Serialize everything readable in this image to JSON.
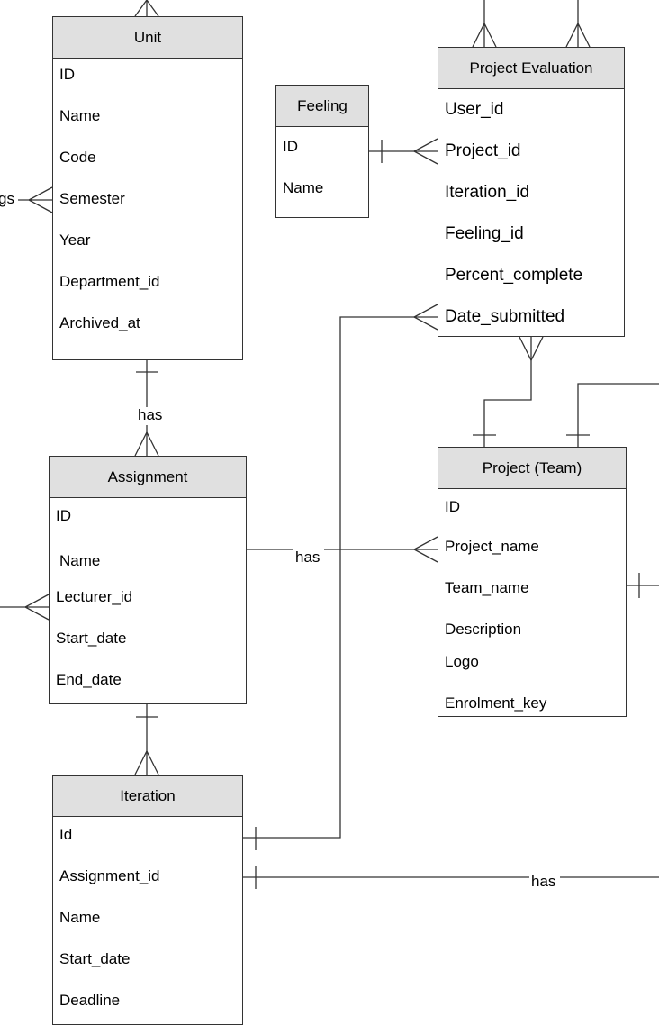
{
  "entities": {
    "unit": {
      "title": "Unit",
      "attributes": [
        "ID",
        "Name",
        "Code",
        "Semester",
        "Year",
        "Department_id",
        "Archived_at"
      ]
    },
    "feeling": {
      "title": "Feeling",
      "attributes": [
        "ID",
        "Name"
      ]
    },
    "project_evaluation": {
      "title": "Project Evaluation",
      "attributes": [
        "User_id",
        "Project_id",
        "Iteration_id",
        "Feeling_id",
        "Percent_complete",
        "Date_submitted"
      ]
    },
    "assignment": {
      "title": "Assignment",
      "attributes": [
        "ID",
        "Name",
        "Lecturer_id",
        "Start_date",
        "End_date"
      ]
    },
    "project_team": {
      "title": "Project (Team)",
      "attributes": [
        "ID",
        "Project_name",
        "Team_name",
        "Description",
        "Logo",
        "Enrolment_key"
      ]
    },
    "iteration": {
      "title": "Iteration",
      "attributes": [
        "Id",
        "Assignment_id",
        "Name",
        "Start_date",
        "Deadline"
      ]
    }
  },
  "relationships": {
    "unit_assignment": "has",
    "assignment_project": "has",
    "iteration_right": "has",
    "cut_off_left": "gs"
  },
  "colors": {
    "header_fill": "#e0e0e0",
    "line": "#333333"
  }
}
